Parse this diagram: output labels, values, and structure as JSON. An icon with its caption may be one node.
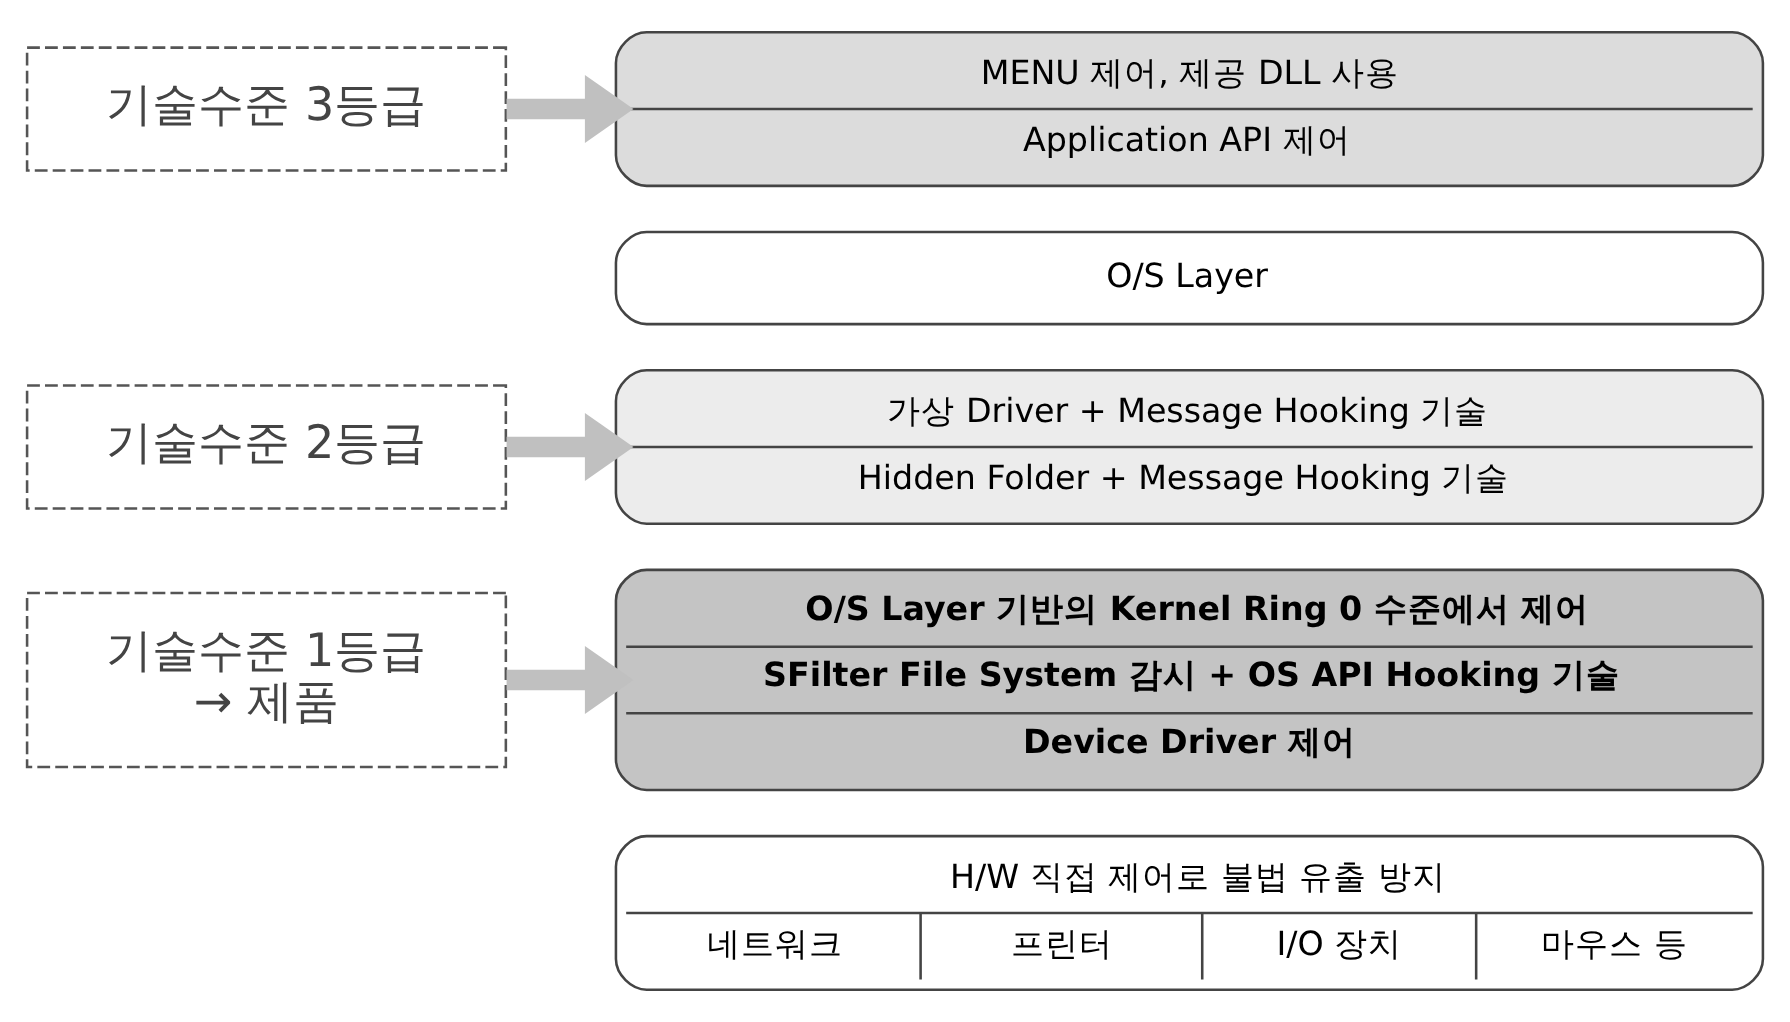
{
  "diagram": {
    "nodes": [
      {
        "text": [
          "기술수준 3등급"
        ]
      },
      {
        "text": [
          "MENU 제어, 제공 DLL 사용",
          "Application API 제어"
        ]
      },
      {
        "text": [
          "O/S Layer"
        ]
      },
      {
        "text": [
          "기술수준 2등급"
        ]
      },
      {
        "text": [
          "가상 Driver + Message Hooking 기술",
          "Hidden Folder + Message Hooking 기술"
        ]
      },
      {
        "text": [
          "기술수준 1등급",
          "→ 제품"
        ]
      },
      {
        "text": [
          "O/S Layer 기반의 Kernel Ring 0 수준에서 제어",
          "SFilter File System 감시 + OS API Hooking 기술",
          "Device Driver 제어"
        ]
      },
      {
        "text": [
          "H/W 직접 제어로 불법 유출 방지",
          "네트워크",
          "프린터",
          "I/O 장치",
          "마우스 등"
        ]
      }
    ],
    "edges": [
      {
        "from": 0,
        "to": 1,
        "arrow": "to"
      },
      {
        "from": 3,
        "to": 4,
        "arrow": "to"
      },
      {
        "from": 5,
        "to": 6,
        "arrow": "to"
      }
    ]
  }
}
